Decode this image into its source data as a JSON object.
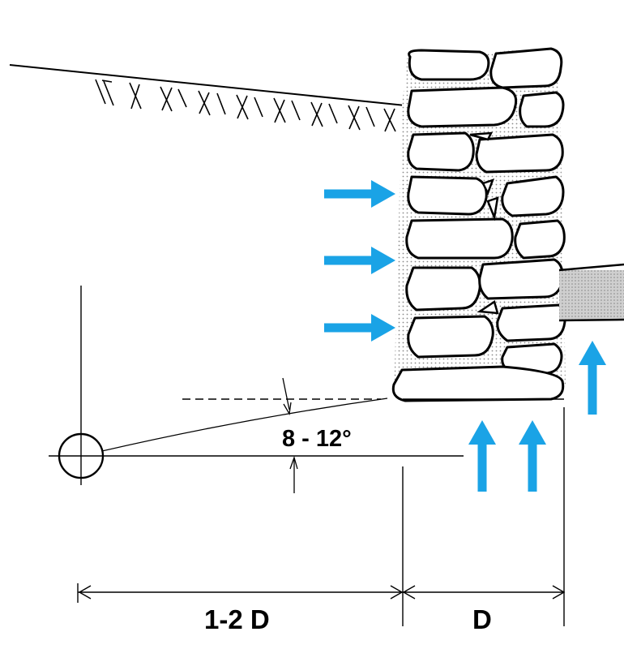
{
  "labels": {
    "angle": "8 - 12°",
    "offset": "1-2 D",
    "depth": "D"
  },
  "colors": {
    "arrow": "#1aa3e6",
    "line": "#000000",
    "mortar_dot": "#8a8a8a",
    "slab_fill": "#d4d4d4"
  }
}
